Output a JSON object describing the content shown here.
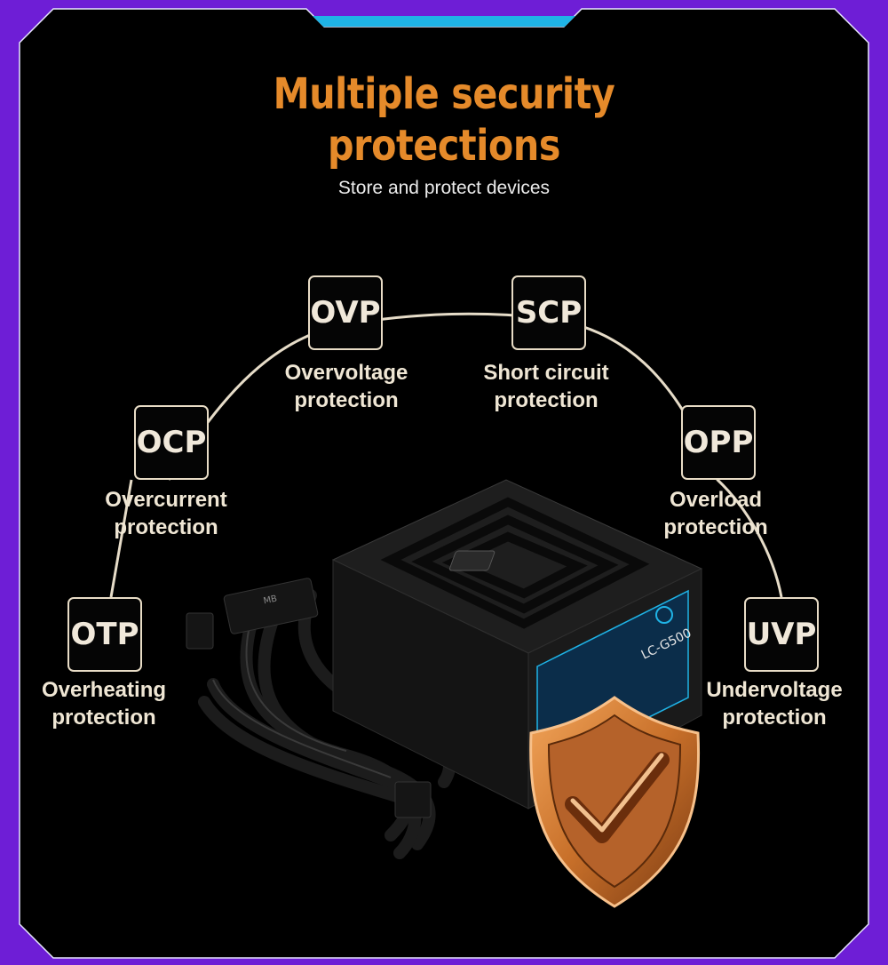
{
  "header": {
    "title_line1": "Multiple security",
    "title_line2": "protections",
    "subtitle": "Store and protect devices"
  },
  "protections": [
    {
      "code": "OVP",
      "line1": "Overvoltage",
      "line2": "protection"
    },
    {
      "code": "SCP",
      "line1": "Short circuit",
      "line2": "protection"
    },
    {
      "code": "OCP",
      "line1": "Overcurrent",
      "line2": "protection"
    },
    {
      "code": "OPP",
      "line1": "Overload",
      "line2": "protection"
    },
    {
      "code": "OTP",
      "line1": "Overheating",
      "line2": "protection"
    },
    {
      "code": "UVP",
      "line1": "Undervoltage",
      "line2": "protection"
    }
  ],
  "product": {
    "model": "LC-G500",
    "connector_label": "MB"
  },
  "colors": {
    "frame": "#6e1ed6",
    "panel": "#000000",
    "accent_cyan": "#1fb3e6",
    "title_orange": "#e58a2a",
    "badge_border": "#e8dcc6",
    "shield_bronze": "#c8702a"
  }
}
